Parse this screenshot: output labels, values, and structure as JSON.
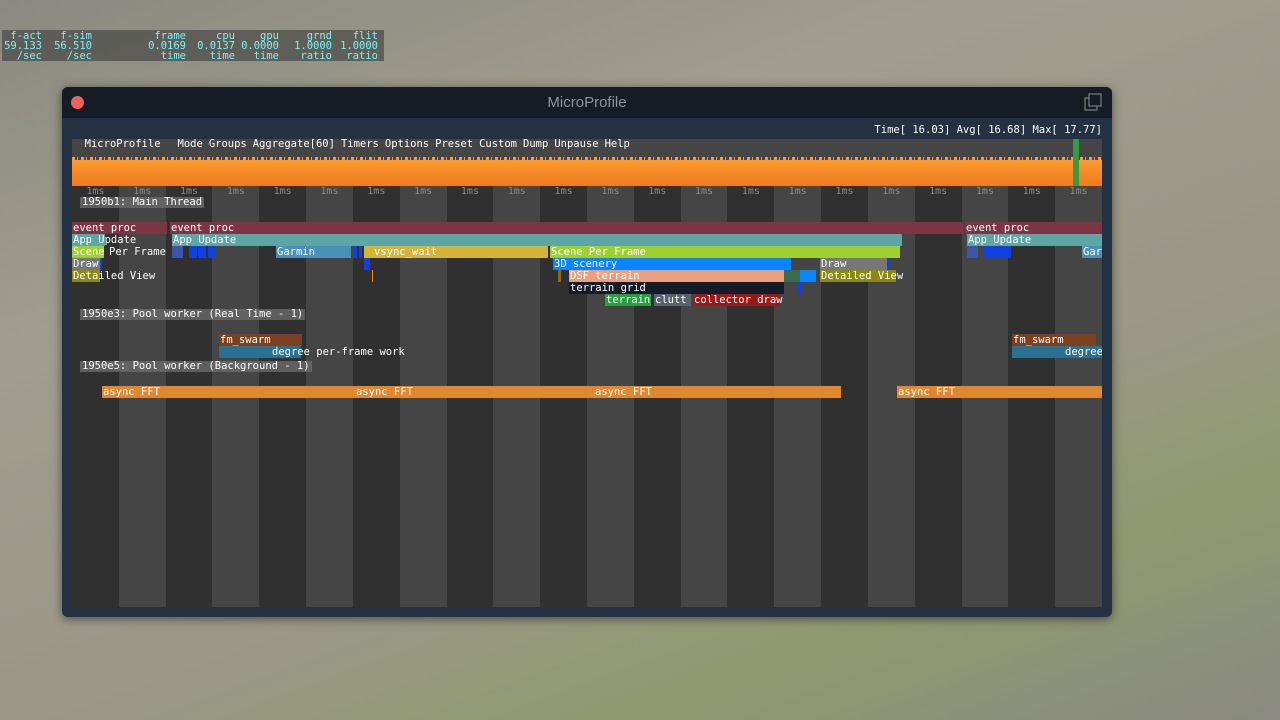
{
  "stats": [
    {
      "head": "f-act",
      "value": "59.133",
      "unit": "/sec"
    },
    {
      "head": "f-sim",
      "value": "56.510",
      "unit": "/sec"
    },
    {
      "head": "frame",
      "value": "0.0169",
      "unit": "time"
    },
    {
      "head": "cpu",
      "value": "0.0137",
      "unit": "time"
    },
    {
      "head": "gpu",
      "value": "0.0000",
      "unit": "time"
    },
    {
      "head": "grnd",
      "value": "1.0000",
      "unit": "ratio"
    },
    {
      "head": "flit",
      "value": "1.0000",
      "unit": "ratio"
    }
  ],
  "window": {
    "title": "MicroProfile"
  },
  "menu": {
    "app": "MicroProfile",
    "items": [
      "Mode",
      "Groups",
      "Aggregate[60]",
      "Timers",
      "Options",
      "Preset",
      "Custom",
      "Dump",
      "Unpause",
      "Help"
    ],
    "timing": "Time[ 16.03] Avg[ 16.68] Max[ 17.77]"
  },
  "tick_label": "1ms",
  "threads": {
    "main": "1950b1: Main Thread",
    "rt": "1950e3: Pool worker (Real Time - 1)",
    "bg": "1950e5: Pool worker (Background - 1)"
  },
  "bars": {
    "event_proc": "event proc",
    "app_update": "App Update",
    "scene": "Scene",
    "per_frame": "Per Frame",
    "scene_per_frame": "Scene Per Frame",
    "garmin": "Garmin",
    "garmin_cut": "Gar",
    "vsync": "vsync_wait",
    "draw": "Draw",
    "detailed_view": "Detailed View",
    "scenery_3d": "3D scenery",
    "dsf_terrain": "DSF terrain",
    "terrain_grid": "terrain grid",
    "terrain": "terrain",
    "clutt": "clutt",
    "collector_draw": "collector draw",
    "fm_swarm": "fm_swarm",
    "degree": "degree per-frame work",
    "degree_cut": "degree",
    "async_fft": "async FFT"
  },
  "colors": {
    "accent": "#ff8c28",
    "event_proc": "#7b3545",
    "app_update": "#5ea5a5",
    "scene": "#a0d030"
  }
}
